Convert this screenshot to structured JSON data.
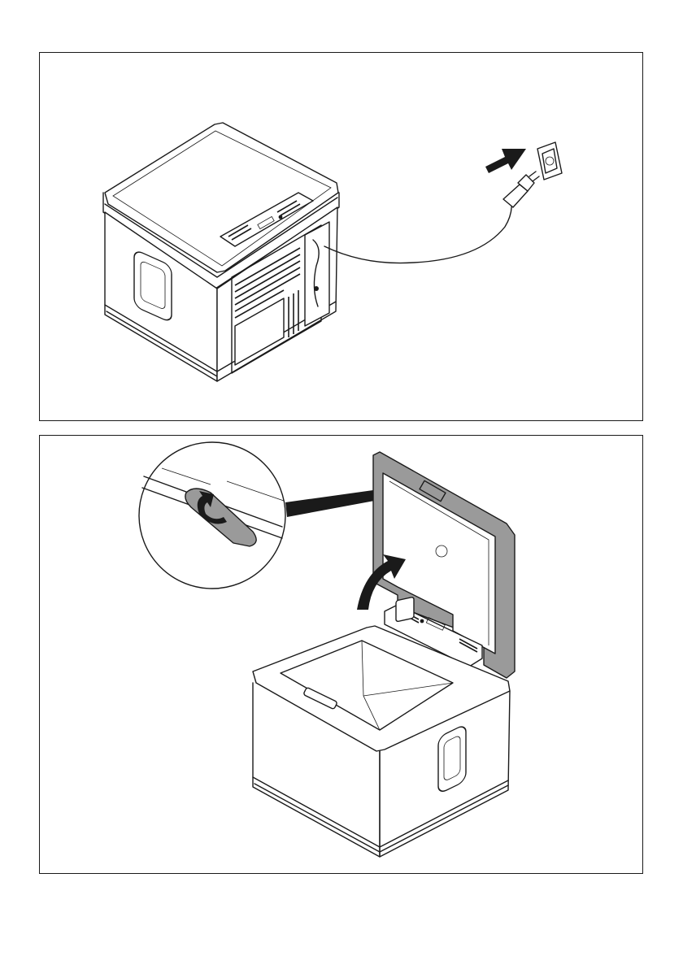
{
  "figures": [
    {
      "id": "fig-1",
      "content": "cooler-plugged-into-wall-socket"
    },
    {
      "id": "fig-2",
      "content": "cooler-lid-opened-with-latch-detail"
    }
  ],
  "icons": [
    "power-plug-icon",
    "wall-socket-icon",
    "insert-arrow-icon",
    "lid-open-arrow-icon",
    "latch-release-arrow-icon"
  ],
  "colors": {
    "line": "#1a1a1a",
    "lid_fill": "#9a9a9a",
    "background": "#ffffff"
  }
}
